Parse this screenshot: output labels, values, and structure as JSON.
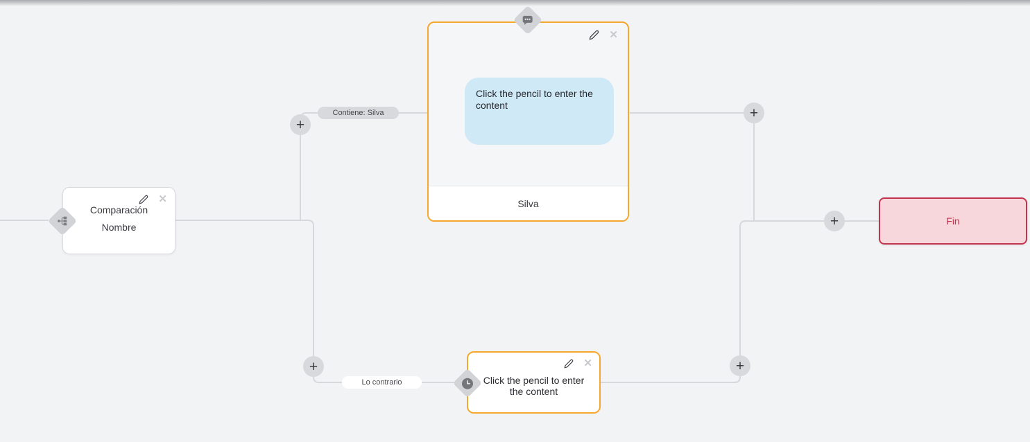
{
  "flow": {
    "condition_node": {
      "title_line1": "Comparación",
      "title_line2": "Nombre",
      "icon": "branch-icon"
    },
    "message_node": {
      "body_placeholder": "Click the pencil to enter the content",
      "footer_label": "Silva",
      "icon": "chat-bubble-icon"
    },
    "wait_node": {
      "body_placeholder": "Click the pencil to enter the content",
      "icon": "clock-icon"
    },
    "end_node": {
      "label": "Fin"
    },
    "edge_labels": {
      "match": "Contiene: Silva",
      "else": "Lo contrario"
    }
  },
  "controls": {
    "add_button": "+",
    "edit_icon": "pencil-icon",
    "delete_icon": "✕"
  },
  "colors": {
    "background": "#f2f3f5",
    "edge": "#d7d8dc",
    "accent_orange": "#f6a72e",
    "accent_red": "#c2344e",
    "bubble_blue": "#cfe9f6",
    "end_fill": "#f7d7dc",
    "badge_gray": "#d8d9dd"
  }
}
